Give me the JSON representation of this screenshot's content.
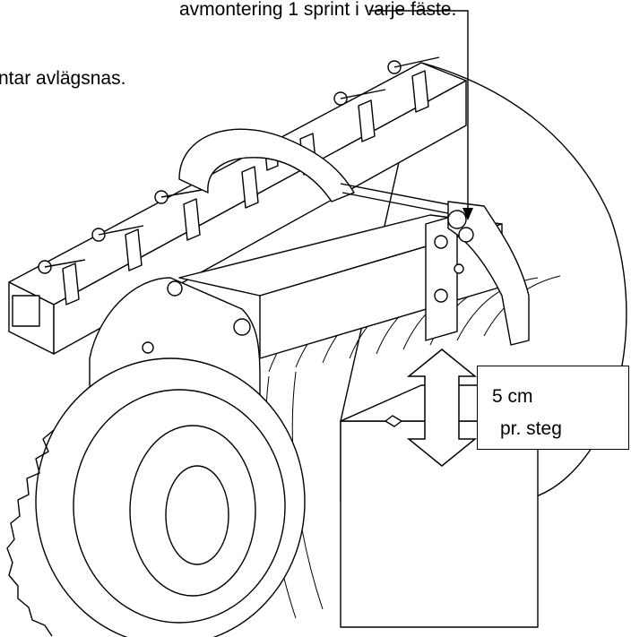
{
  "annotations": {
    "line1": "avmontering 1 sprint i varje fäste.",
    "line2": "ntar avlägsnas."
  },
  "label": {
    "line1": "5 cm",
    "line2": "pr. steg"
  }
}
